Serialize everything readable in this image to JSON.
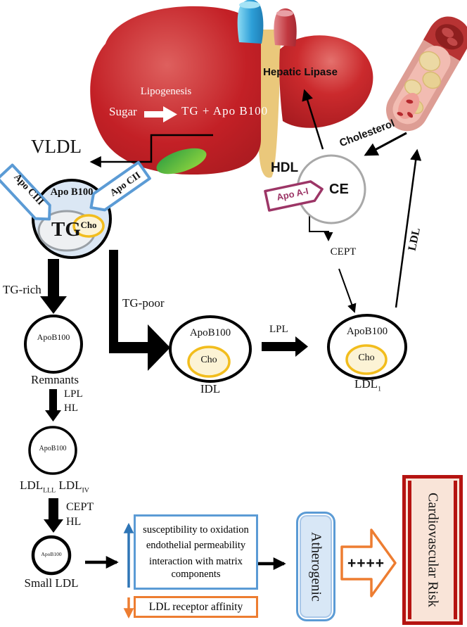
{
  "colors": {
    "liver_red": "#c32026",
    "vessel_blue": "#2d9fd8",
    "duct_yellow": "#eac87b",
    "gall_green": "#3aa744",
    "particle_blue_fill": "#dbe7f4",
    "flag_blue": "#5b9bd5",
    "cho_gold": "#f2bd1d",
    "hdl_gray": "#a8a8a8",
    "apoai_magenta": "#9c3566",
    "accent_blue": "#2e75b6",
    "accent_orange": "#ed7d31",
    "cardio_red": "#b51411"
  },
  "liver": {
    "lipogenesis": "Lipogenesis",
    "sugar": "Sugar",
    "synthesis": "TG + Apo B100",
    "hepatic_lipase": "Hepatic Lipase"
  },
  "vldl": {
    "label": "VLDL",
    "apob": "Apo B100",
    "tg": "TG",
    "cho": "Cho",
    "flag_left": "Apo CIII",
    "flag_right": "Apo CII"
  },
  "hdl": {
    "label": "HDL",
    "ce": "CE",
    "apo_ai": "Apo A-I",
    "cept": "CEPT",
    "cholesterol": "Cholesterol"
  },
  "branches": {
    "tg_rich": "TG-rich",
    "tg_poor": "TG-poor"
  },
  "remnants": {
    "apob": "ApoB100",
    "label": "Remnants",
    "enzymes": [
      "LPL",
      "HL"
    ]
  },
  "idl": {
    "apob": "ApoB100",
    "cho": "Cho",
    "label": "IDL",
    "enzyme": "LPL"
  },
  "ldl1": {
    "apob": "ApoB100",
    "cho": "Cho",
    "label_base": "LDL",
    "label_sub": "1",
    "line_label": "LDL"
  },
  "ldl34": {
    "apob": "ApoB100",
    "base1": "LDL",
    "sub1": "LLL",
    "base2": "LDL",
    "sub2": "IV",
    "enzymes": [
      "CEPT",
      "HL"
    ]
  },
  "small_ldl": {
    "apob": "ApoB100",
    "label": "Small LDL"
  },
  "effects": {
    "increased": [
      "susceptibility to oxidation",
      "endothelial permeability",
      "interaction with matrix components"
    ],
    "decreased": "LDL receptor affinity"
  },
  "outcome": {
    "atherogenic": "Atherogenic",
    "plus": "++++",
    "cardiovascular_risk": "Cardiovascular Risk"
  }
}
